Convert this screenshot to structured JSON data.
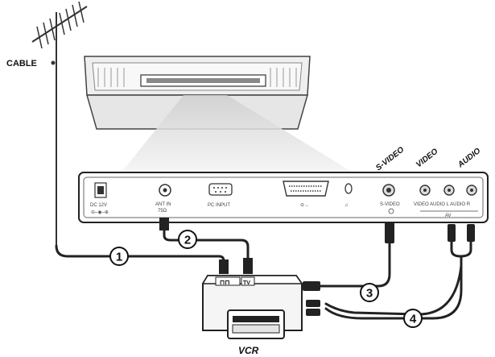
{
  "labels": {
    "cable": "CABLE",
    "vcr": "VCR",
    "s_video_header": "S-VIDEO",
    "video_header": "VIDEO",
    "audio_header": "AUDIO"
  },
  "panel": {
    "dc_in": "DC 12V",
    "antenna": "ANT IN",
    "antenna_sub": "75Ω",
    "pc_input": "PC INPUT",
    "s_video": "S-VIDEO",
    "video_audio": "VIDEO  AUDIO L  AUDIO R",
    "av": "AV"
  },
  "vcr_jacks": {
    "out": "⊓⊓",
    "tv": "TV"
  },
  "steps": [
    "1",
    "2",
    "3",
    "4"
  ]
}
